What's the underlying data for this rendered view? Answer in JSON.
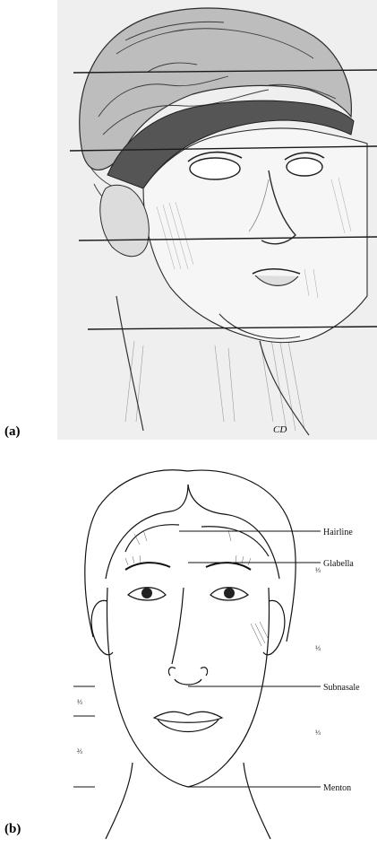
{
  "panels": {
    "a": {
      "letter": "(a)",
      "signature": "CD"
    },
    "b": {
      "letter": "(b)",
      "landmarks": [
        "Hairline",
        "Glabella",
        "Subnasale",
        "Menton"
      ],
      "right_fractions": [
        "⅓",
        "⅓",
        "⅓"
      ],
      "left_fractions": [
        "⅓",
        "⅔"
      ]
    }
  }
}
